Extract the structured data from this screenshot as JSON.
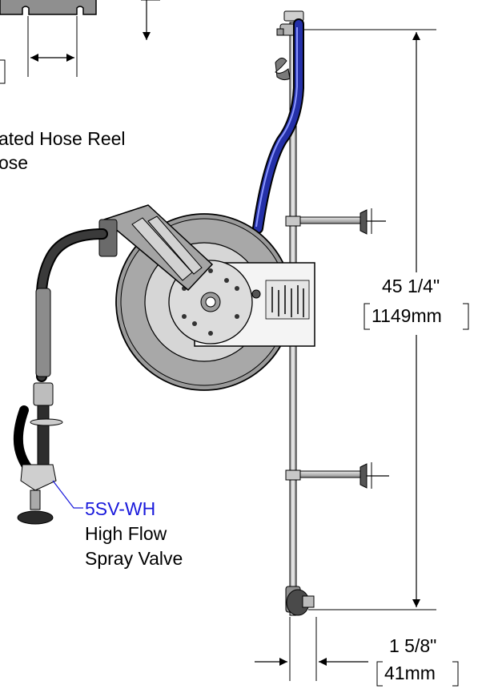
{
  "labels": {
    "reel_line1": "ated Hose Reel",
    "reel_line2": "ose",
    "part_number": "5SV-WH",
    "valve_line1": "High Flow",
    "valve_line2": "Spray Valve",
    "height_imperial": "45 1/4\"",
    "height_metric": "1149mm",
    "offset_imperial": "1 5/8\"",
    "offset_metric": "41mm"
  },
  "colors": {
    "part_number": "#1a1adc",
    "hose": "#2430a8",
    "line": "#000000"
  }
}
